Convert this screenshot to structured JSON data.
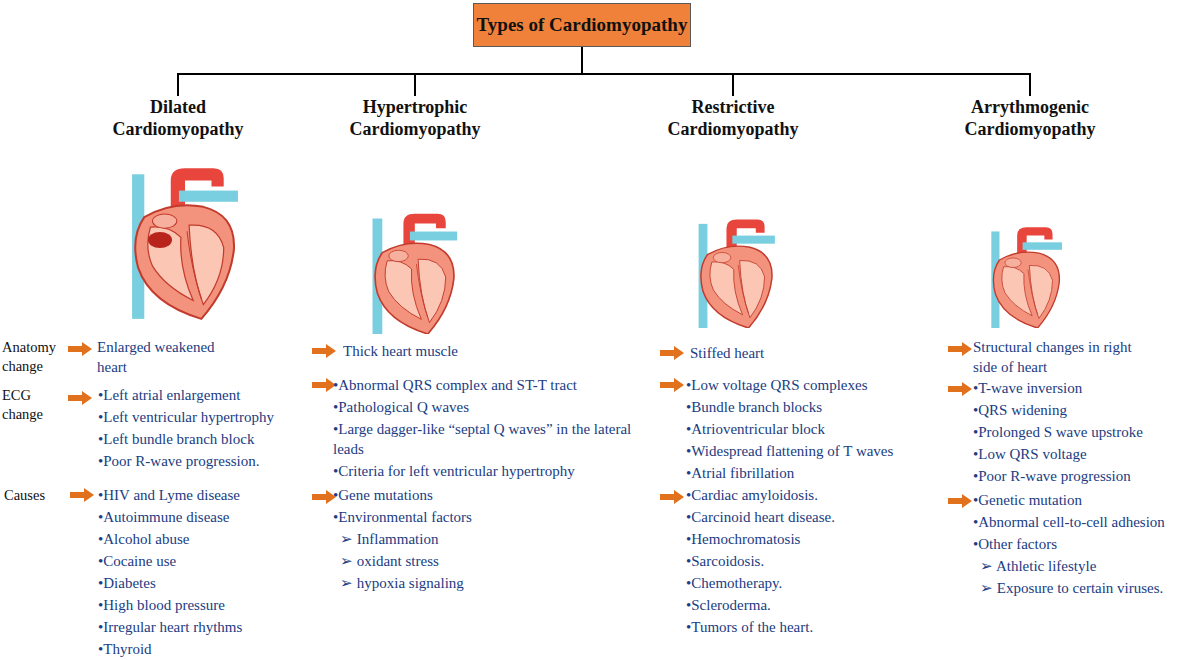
{
  "diagram": {
    "nodes": [
      {
        "text": [
          "Types of Cardiomyopathy"
        ]
      },
      {
        "text": [
          "Dilated Cardiomyopathy"
        ]
      },
      {
        "text": [
          "Hypertrophic Cardiomyopathy"
        ]
      },
      {
        "text": [
          "Restrictive Cardiomyopathy"
        ]
      },
      {
        "text": [
          "Arrythmogenic Cardiomyopathy"
        ]
      }
    ],
    "edges": [
      {
        "from": 0,
        "to": 1,
        "arrow": "none"
      },
      {
        "from": 0,
        "to": 2,
        "arrow": "none"
      },
      {
        "from": 0,
        "to": 3,
        "arrow": "none"
      },
      {
        "from": 0,
        "to": 4,
        "arrow": "none"
      }
    ],
    "labels": [
      "Anatomy change",
      "ECG change",
      "Causes",
      "Enlarged weakened heart",
      "•Left atrial enlargement",
      "•Left ventricular hypertrophy",
      "•Left bundle branch block",
      "•Poor R-wave progression.",
      "•HIV and Lyme disease",
      "•Autoimmune disease",
      "•Alcohol abuse",
      "•Cocaine use",
      "•Diabetes",
      "•High blood pressure",
      "•Irregular heart rhythms",
      "•Thyroid",
      "Thick heart muscle",
      "•Abnormal QRS complex and ST-T tract",
      "•Pathological Q waves",
      "•Large dagger-like “septal Q waves” in the lateral leads",
      "•Criteria for left ventricular hypertrophy",
      "•Gene mutations",
      "•Environmental factors",
      "➢ Inflammation",
      "➢ oxidant stress",
      "➢ hypoxia signaling",
      "Stiffed heart",
      "•Low voltage QRS complexes",
      "•Bundle branch blocks",
      "•Atrioventricular block",
      "•Widespread flattening of T waves",
      "•Atrial fibrillation",
      "•Cardiac amyloidosis.",
      "•Carcinoid heart disease.",
      "•Hemochromatosis",
      "•Sarcoidosis.",
      "•Chemotherapy.",
      "•Scleroderma.",
      "•Tumors of the heart.",
      "Structural changes in right side of heart",
      "•T-wave inversion",
      "•QRS widening",
      "•Prolonged S wave upstroke",
      "•Low QRS voltage",
      "•Poor R-wave progression",
      "•Genetic mutation",
      "•Abnormal cell-to-cell adhesion",
      "•Other factors",
      "➢ Athletic lifestyle",
      "➢ Exposure to certain viruses."
    ]
  }
}
